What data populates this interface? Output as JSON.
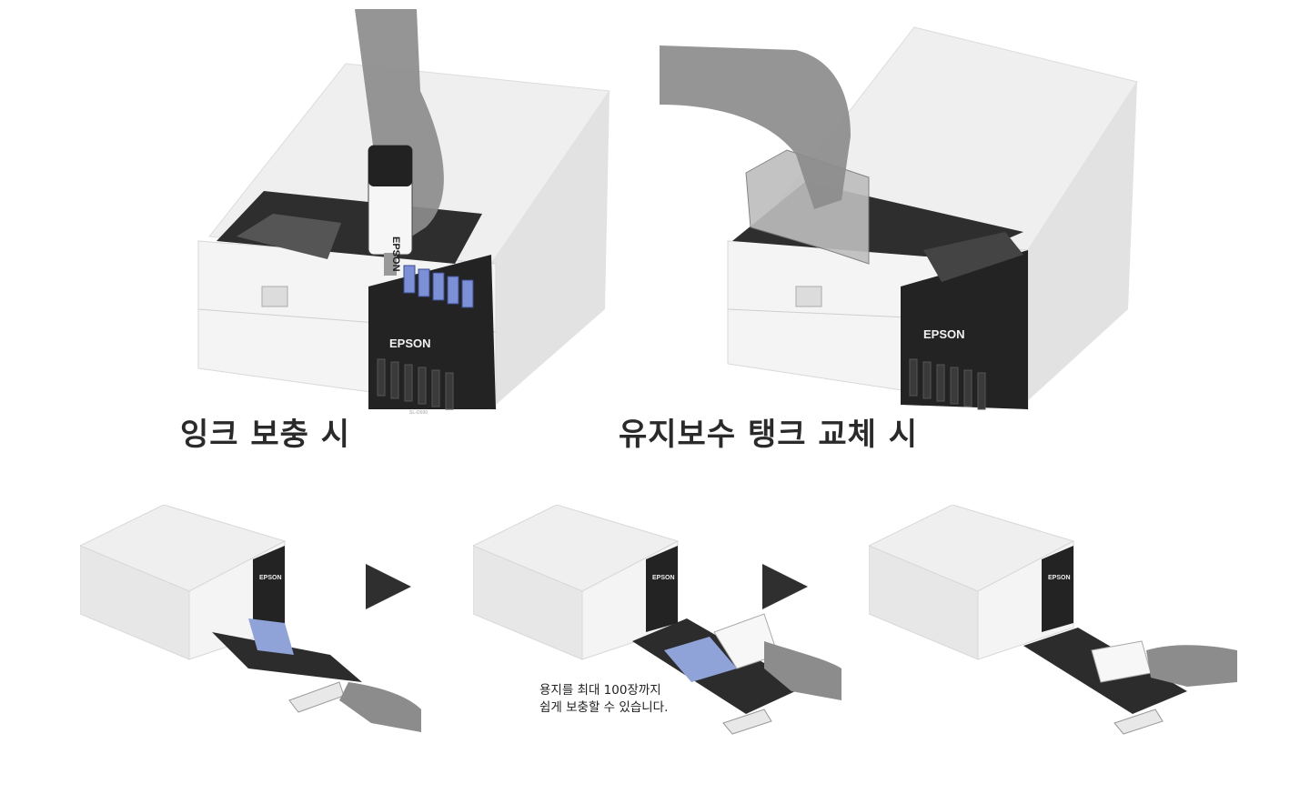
{
  "top": {
    "left_caption": "잉크 보충 시",
    "right_caption": "유지보수 탱크 교체 시",
    "brand": "EPSON",
    "bottle_text": "EPSON",
    "model": "SL-D500"
  },
  "bottom": {
    "brand": "EPSON",
    "note_line1": "용지를 최대 100장까지",
    "note_line2": "쉽게 보충할 수 있습니다."
  },
  "colors": {
    "body": "#eeeeee",
    "panel_dark": "#222222",
    "tray_blue": "#8fa3d9",
    "hand": "#8c8c8c",
    "arrow": "#2f2f2f"
  }
}
